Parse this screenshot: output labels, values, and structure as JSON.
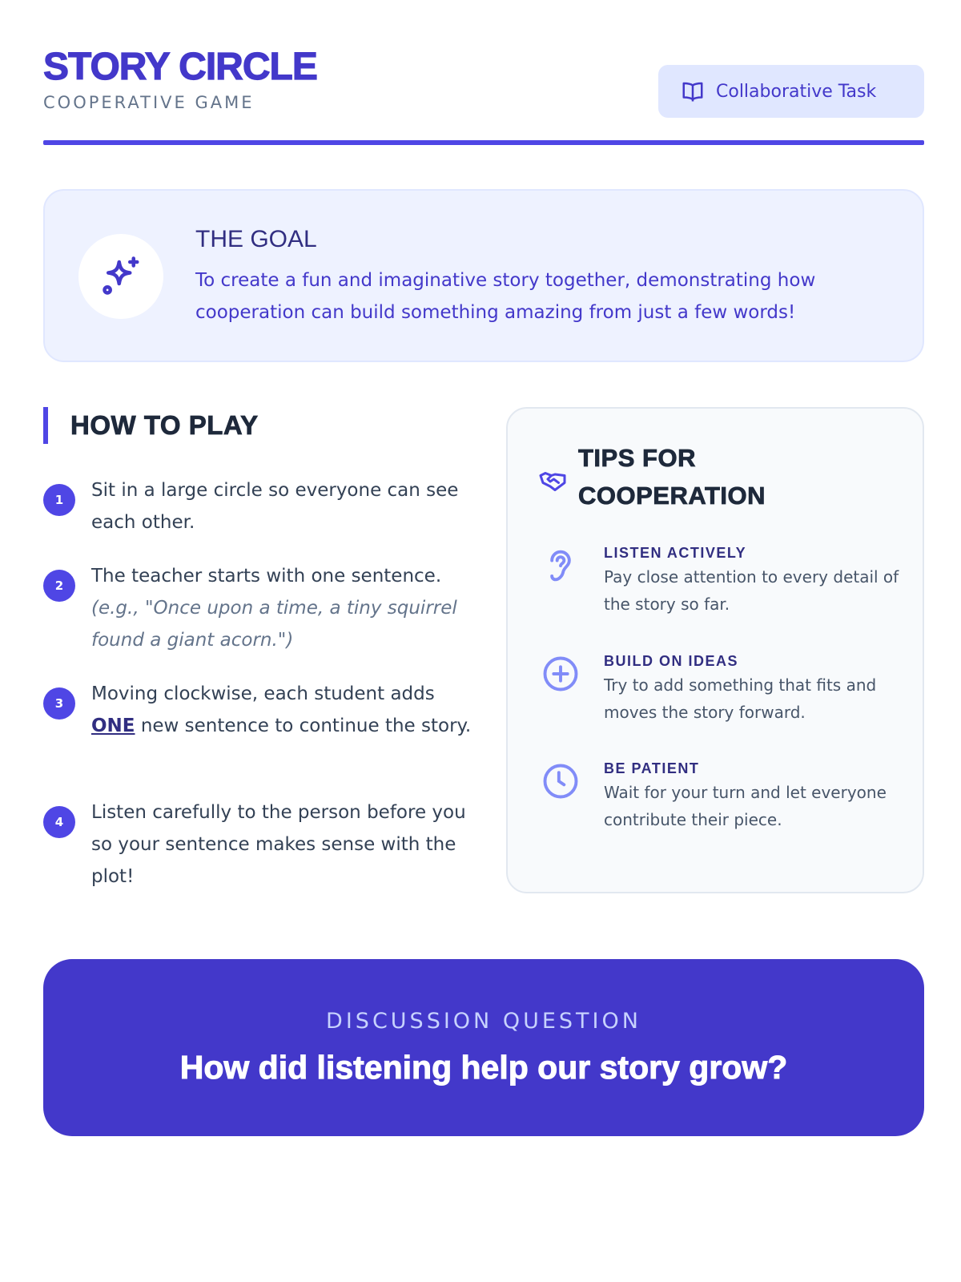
{
  "header": {
    "title": "STORY CIRCLE",
    "subtitle": "COOPERATIVE GAME",
    "badge": "Collaborative Task"
  },
  "goal": {
    "title": "THE GOAL",
    "text": "To create a fun and imaginative story together, demonstrating how cooperation can build something amazing from just a few words!"
  },
  "how_to_play": {
    "title": "HOW TO PLAY",
    "steps": [
      {
        "num": "1",
        "text": "Sit in a large circle so everyone can see each other."
      },
      {
        "num": "2",
        "text": "The teacher starts with one sentence.",
        "example": "(e.g., \"Once upon a time, a tiny squirrel found a giant acorn.\")"
      },
      {
        "num": "3",
        "pre": "Moving clockwise, each student adds ",
        "emph": "ONE",
        "post": " new sentence to continue the story."
      },
      {
        "num": "4",
        "text": "Listen carefully to the person before you so your sentence makes sense with the plot!"
      }
    ]
  },
  "tips": {
    "title_line1": "TIPS FOR",
    "title_line2": "COOPERATION",
    "items": [
      {
        "icon": "ear-icon",
        "title": "LISTEN ACTIVELY",
        "text": "Pay close attention to every detail of the story so far."
      },
      {
        "icon": "plus-circle-icon",
        "title": "BUILD ON IDEAS",
        "text": "Try to add something that fits and moves the story forward."
      },
      {
        "icon": "clock-icon",
        "title": "BE PATIENT",
        "text": "Wait for your turn and let everyone contribute their piece."
      }
    ]
  },
  "discussion": {
    "label": "DISCUSSION QUESTION",
    "question": "How did listening help our story grow?"
  },
  "colors": {
    "accent": "#4f46e5",
    "dark_accent": "#4338ca",
    "icon": "#818cf8"
  }
}
